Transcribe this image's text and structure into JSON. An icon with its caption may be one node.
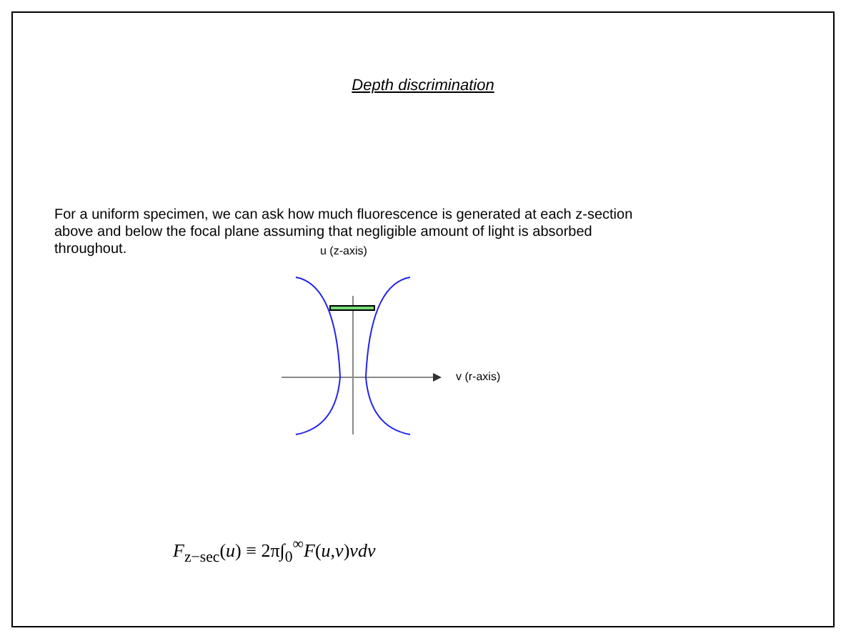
{
  "diagram": {
    "title": "Depth discrimination",
    "labels": [
      "For a uniform specimen, we can ask how much fluorescence is generated at each z-section above and below the focal plane assuming that negligible amount of light is absorbed throughout.",
      "u (z-axis)",
      "v (r-axis)",
      "*F*$_{z−sec}$(*u*) ≡ 2π∫$_{0}$$^{∞}$*F*(*u*,*v*)*vdv*"
    ]
  }
}
